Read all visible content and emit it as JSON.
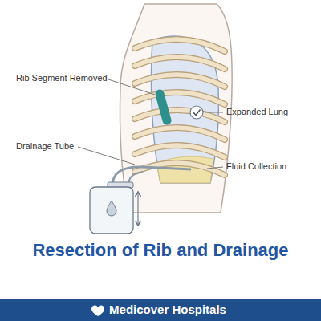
{
  "diagram": {
    "title": "Resection of Rib and Drainage",
    "labels": [
      "Rib Segment Removed",
      "Expanded Lung",
      "Drainage Tube",
      "Fluid Collection",
      "Medicover Hospitals"
    ]
  }
}
